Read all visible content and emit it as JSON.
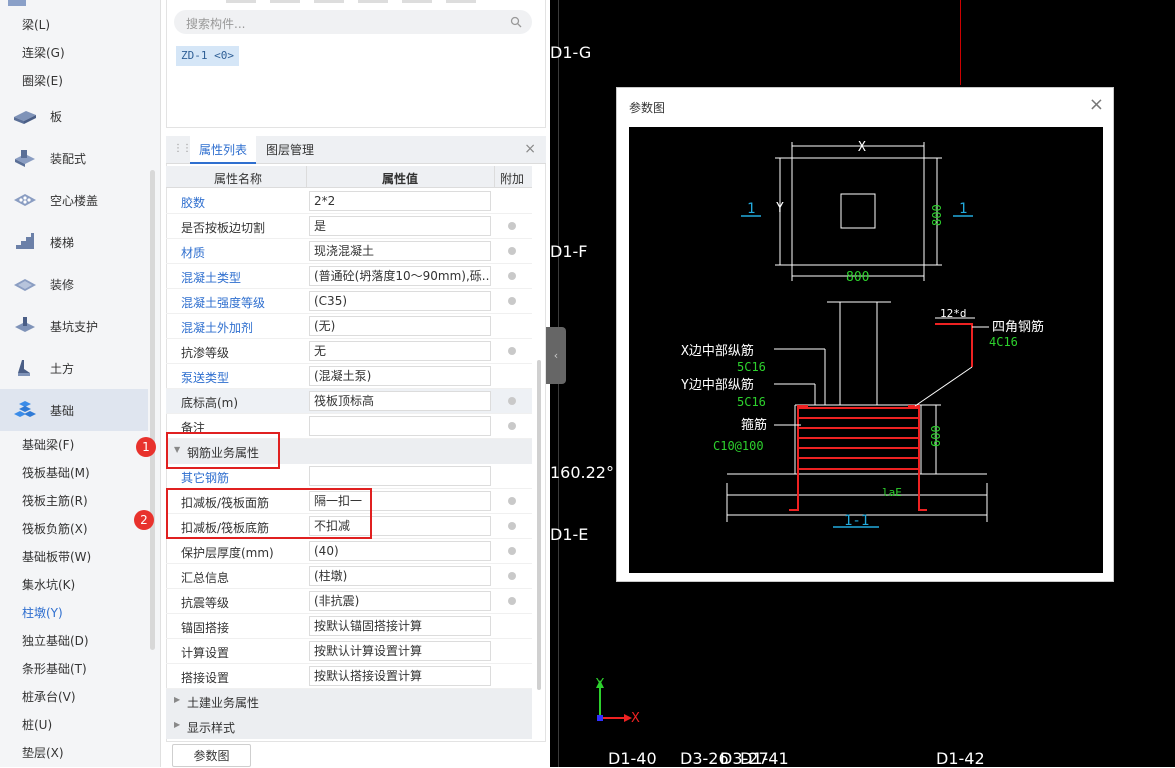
{
  "sidebar": {
    "top_items": [
      "梁(L)",
      "连梁(G)",
      "圈梁(E)"
    ],
    "categories": [
      "板",
      "装配式",
      "空心楼盖",
      "楼梯",
      "装修",
      "基坑支护",
      "土方",
      "基础"
    ],
    "sub_items": [
      "基础梁(F)",
      "筏板基础(M)",
      "筏板主筋(R)",
      "筏板负筋(X)",
      "基础板带(W)",
      "集水坑(K)",
      "柱墩(Y)",
      "独立基础(D)",
      "条形基础(T)",
      "桩承台(V)",
      "桩(U)",
      "垫层(X)"
    ]
  },
  "search": {
    "placeholder": "搜索构件..."
  },
  "component_tag": "ZD-1 <0>",
  "tabs": {
    "attr_list": "属性列表",
    "layer_mgmt": "图层管理"
  },
  "table_header": {
    "name": "属性名称",
    "value": "属性值",
    "extra": "附加"
  },
  "rows1": [
    {
      "name": "胶数",
      "value": "2*2",
      "blue": true,
      "dot": false
    },
    {
      "name": "是否按板边切割",
      "value": "是",
      "blue": false,
      "dot": true
    },
    {
      "name": "材质",
      "value": "现浇混凝土",
      "blue": true,
      "dot": true
    },
    {
      "name": "混凝土类型",
      "value": "(普通砼(坍落度10～90mm),砾...",
      "blue": true,
      "dot": true
    },
    {
      "name": "混凝土强度等级",
      "value": "(C35)",
      "blue": true,
      "dot": true
    },
    {
      "name": "混凝土外加剂",
      "value": "(无)",
      "blue": true,
      "dot": false
    },
    {
      "name": "抗渗等级",
      "value": "无",
      "blue": false,
      "dot": true
    },
    {
      "name": "泵送类型",
      "value": "(混凝土泵)",
      "blue": true,
      "dot": false
    },
    {
      "name": "底标高(m)",
      "value": "筏板顶标高",
      "blue": false,
      "dot": true
    },
    {
      "name": "备注",
      "value": "",
      "blue": false,
      "dot": true
    }
  ],
  "group_rebar": "钢筋业务属性",
  "rows2": [
    {
      "name": "其它钢筋",
      "value": "",
      "blue": true,
      "dot": false
    },
    {
      "name": "扣减板/筏板面筋",
      "value": "隔一扣一",
      "blue": false,
      "dot": true
    },
    {
      "name": "扣减板/筏板底筋",
      "value": "不扣减",
      "blue": false,
      "dot": true
    },
    {
      "name": "保护层厚度(mm)",
      "value": "(40)",
      "blue": false,
      "dot": true
    },
    {
      "name": "汇总信息",
      "value": "(柱墩)",
      "blue": false,
      "dot": true
    },
    {
      "name": "抗震等级",
      "value": "(非抗震)",
      "blue": false,
      "dot": true
    },
    {
      "name": "锚固搭接",
      "value": "按默认锚固搭接计算",
      "blue": false,
      "dot": false
    },
    {
      "name": "计算设置",
      "value": "按默认计算设置计算",
      "blue": false,
      "dot": false
    },
    {
      "name": "搭接设置",
      "value": "按默认搭接设置计算",
      "blue": false,
      "dot": false
    }
  ],
  "group_civil": "土建业务属性",
  "group_display": "显示样式",
  "bottom_button": "参数图",
  "badges": [
    "1",
    "2"
  ],
  "canvas": {
    "axis_labels": [
      "D1-G",
      "D1-F",
      "D1-E",
      "160.22°"
    ],
    "bottom_labels": [
      "D1-40",
      "D3-26",
      "D3-27",
      "D1-41",
      "D1-42"
    ],
    "axis_y": "Y",
    "axis_x": "X"
  },
  "dialog": {
    "title": "参数图",
    "close": "×",
    "drawing": {
      "dim_x": "X",
      "dim_y": "Y",
      "dim_800_right": "800",
      "dim_800_bottom": "800",
      "section_mark_left": "1",
      "section_mark_right": "1",
      "corner_rebar_label": "四角钢筋",
      "corner_rebar_spec": "4C16",
      "anchor_len": "12*d",
      "x_mid_label": "X边中部纵筋",
      "x_mid_spec": "5C16",
      "y_mid_label": "Y边中部纵筋",
      "y_mid_spec": "5C16",
      "stirrup_label": "箍筋",
      "stirrup_spec": "C10@100",
      "dim_600": "600",
      "lae": "laE",
      "section_name": "1-1"
    }
  }
}
